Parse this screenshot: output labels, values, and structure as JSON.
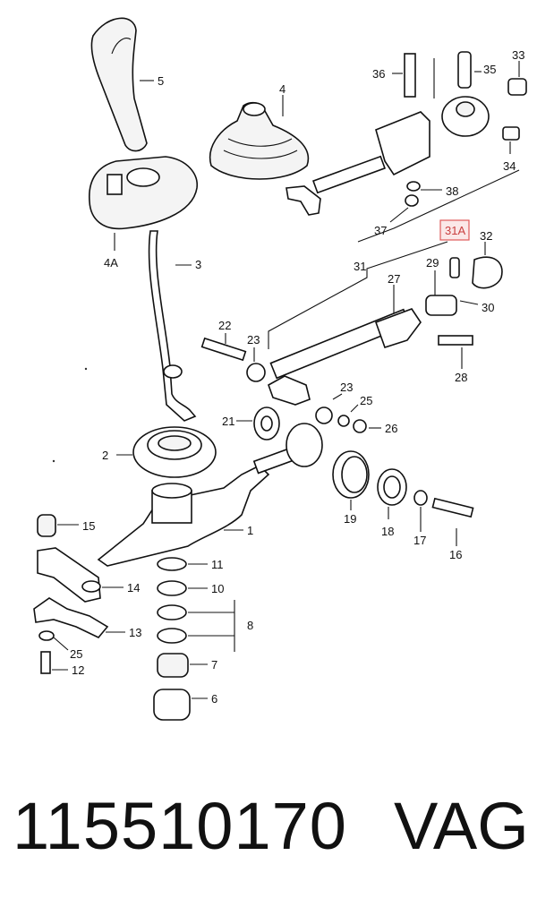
{
  "diagram": {
    "callouts": {
      "c1": "1",
      "c2": "2",
      "c3": "3",
      "c4": "4",
      "c4a": "4A",
      "c5": "5",
      "c6": "6",
      "c7": "7",
      "c8": "8",
      "c10": "10",
      "c11": "11",
      "c12": "12",
      "c13": "13",
      "c14": "14",
      "c15": "15",
      "c16": "16",
      "c17": "17",
      "c18": "18",
      "c19": "19",
      "c21": "21",
      "c22": "22",
      "c23a": "23",
      "c23b": "23",
      "c25a": "25",
      "c25b": "25",
      "c26": "26",
      "c27": "27",
      "c28": "28",
      "c29": "29",
      "c30": "30",
      "c31": "31",
      "c31a": "31A",
      "c32": "32",
      "c33": "33",
      "c34": "34",
      "c35": "35",
      "c36": "36",
      "c37": "37",
      "c38": "38"
    },
    "highlight_color": "#e05a5a"
  },
  "footer": {
    "part_number": "115510170",
    "brand": "VAG"
  }
}
